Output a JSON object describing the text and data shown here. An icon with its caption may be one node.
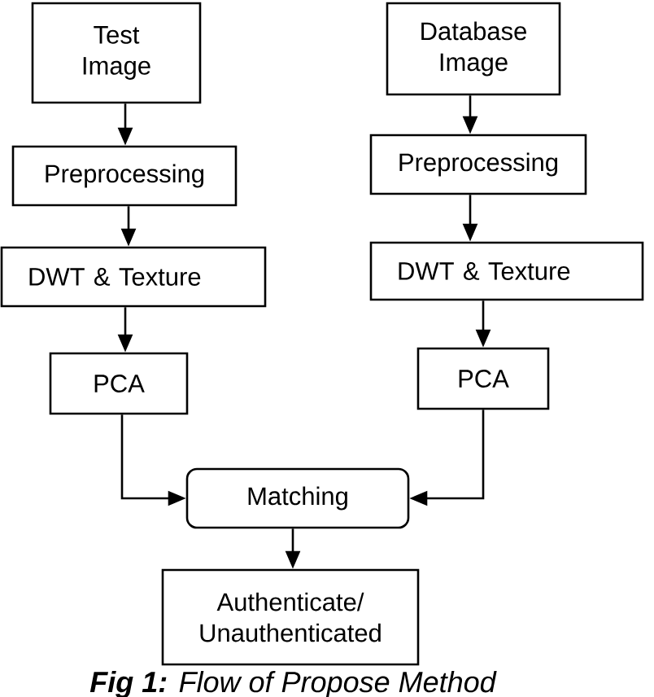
{
  "diagram": {
    "caption": "**Fig 1:** Flow of Propose Method",
    "nodes": [
      {
        "text": [
          "Test Image"
        ]
      },
      {
        "text": [
          "Database Image"
        ]
      },
      {
        "text": [
          "Preprocessing"
        ]
      },
      {
        "text": [
          "Preprocessing"
        ]
      },
      {
        "text": [
          "DWT & Texture"
        ]
      },
      {
        "text": [
          "DWT & Texture"
        ]
      },
      {
        "text": [
          "PCA"
        ]
      },
      {
        "text": [
          "PCA"
        ]
      },
      {
        "text": [
          "Matching"
        ]
      },
      {
        "text": [
          "Authenticate/ Unauthenticated"
        ]
      }
    ],
    "edges": [
      {
        "from": 0,
        "to": 2,
        "arrow": "to"
      },
      {
        "from": 1,
        "to": 3,
        "arrow": "to"
      },
      {
        "from": 2,
        "to": 4,
        "arrow": "to"
      },
      {
        "from": 3,
        "to": 5,
        "arrow": "to"
      },
      {
        "from": 4,
        "to": 6,
        "arrow": "to"
      },
      {
        "from": 5,
        "to": 7,
        "arrow": "to"
      },
      {
        "from": 6,
        "to": 8,
        "arrow": "to"
      },
      {
        "from": 7,
        "to": 8,
        "arrow": "to"
      },
      {
        "from": 8,
        "to": 9,
        "arrow": "to"
      }
    ]
  }
}
